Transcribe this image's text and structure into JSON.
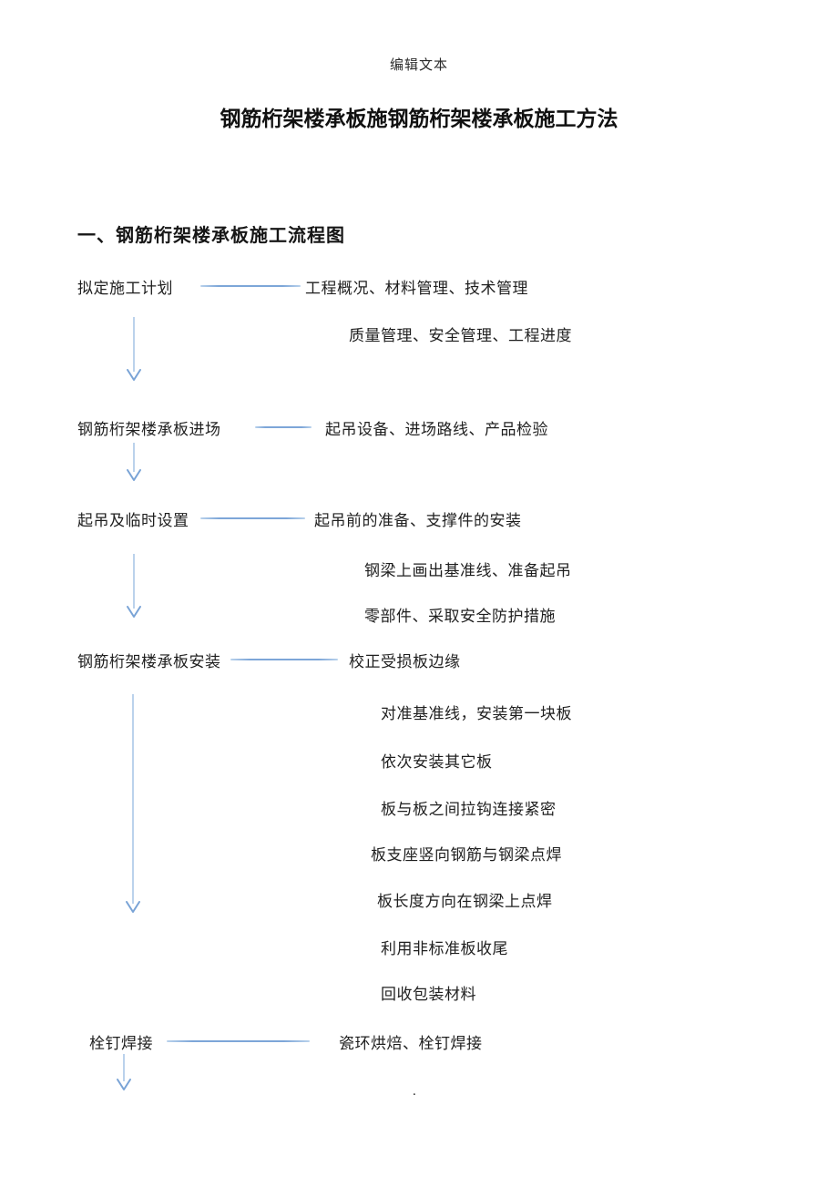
{
  "document": {
    "header": "编辑文本",
    "title": "钢筋桁架楼承板施钢筋桁架楼承板施工方法",
    "section_heading": "一、钢筋桁架楼承板施工流程图",
    "trailing_period": "."
  },
  "flowchart": {
    "step1": {
      "label": "拟定施工计划",
      "note1": "工程概况、材料管理、技术管理",
      "note2": "质量管理、安全管理、工程进度"
    },
    "step2": {
      "label": "钢筋桁架楼承板进场",
      "note1": "起吊设备、进场路线、产品检验"
    },
    "step3": {
      "label": "起吊及临时设置",
      "note1": "起吊前的准备、支撑件的安装",
      "note2": "钢梁上画出基准线、准备起吊",
      "note3": "零部件、采取安全防护措施"
    },
    "step4": {
      "label": "钢筋桁架楼承板安装",
      "note1": "校正受损板边缘",
      "note2": "对准基准线，安装第一块板",
      "note3": "依次安装其它板",
      "note4": "板与板之间拉钩连接紧密",
      "note5": "板支座竖向钢筋与钢梁点焊",
      "note6": "板长度方向在钢梁上点焊",
      "note7": "利用非标准板收尾",
      "note8": "回收包装材料"
    },
    "step5": {
      "label": "栓钉焊接",
      "note1": "瓷环烘焙、栓钉焊接"
    }
  },
  "colors": {
    "connector_line": "#7da6d8",
    "arrow_shaft": "#aac7e8",
    "arrow_head": "#79a3d6",
    "text": "#1f1f1f",
    "background": "#ffffff"
  }
}
